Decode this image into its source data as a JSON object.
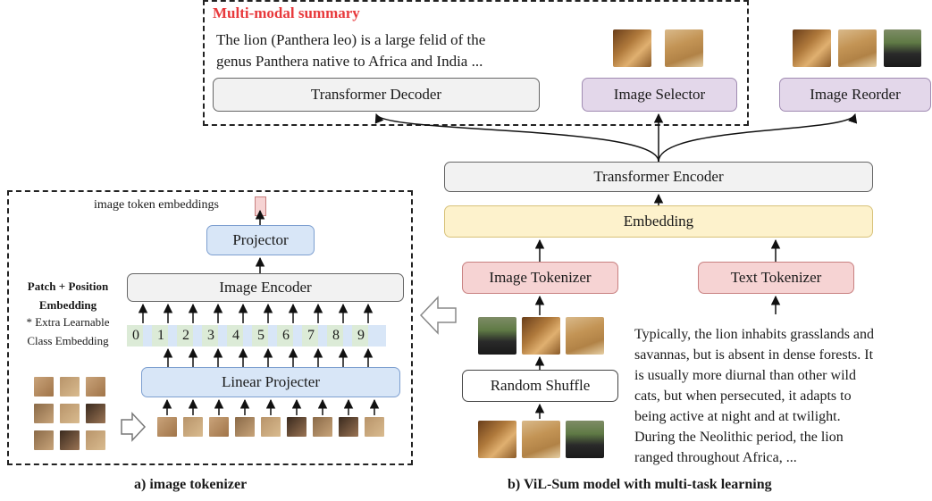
{
  "summary": {
    "title": "Multi-modal summary",
    "text_line1": "The lion (Panthera leo) is a large felid of the",
    "text_line2": "genus Panthera native to Africa and India ..."
  },
  "boxes": {
    "decoder": "Transformer Decoder",
    "selector": "Image Selector",
    "reorder": "Image Reorder",
    "encoder": "Transformer Encoder",
    "embedding": "Embedding",
    "image_tokenizer": "Image Tokenizer",
    "text_tokenizer": "Text Tokenizer",
    "random_shuffle": "Random Shuffle"
  },
  "tokenizer_panel": {
    "embeddings_label": "image token embeddings",
    "projector": "Projector",
    "image_encoder": "Image Encoder",
    "linear_projecter": "Linear Projecter",
    "patch_line1": "Patch + Position",
    "patch_line2": "Embedding",
    "extra_line1": "* Extra Learnable",
    "extra_line2": "Class Embedding",
    "positions": [
      "0",
      "1",
      "2",
      "3",
      "4",
      "5",
      "6",
      "7",
      "8",
      "9"
    ]
  },
  "input_text": {
    "lines": [
      "Typically, the lion inhabits grasslands and",
      "savannas, but is absent in dense forests. It",
      "is usually more diurnal than other wild",
      "cats, but when persecuted, it adapts to",
      "being active at night and at twilight.",
      "During the Neolithic period, the lion",
      "ranged throughout Africa, ..."
    ]
  },
  "captions": {
    "a": "a) image tokenizer",
    "b": "b) ViL-Sum model with multi-task learning"
  },
  "colors": {
    "title_red": "#e8393c",
    "gray_box": "#f2f2f2",
    "purple_box": "#e3d7ea",
    "yellow_box": "#fdf2cc",
    "pink_box": "#f6d3d3",
    "blue_box": "#d8e6f7",
    "green_pos": "#dcebd7"
  }
}
